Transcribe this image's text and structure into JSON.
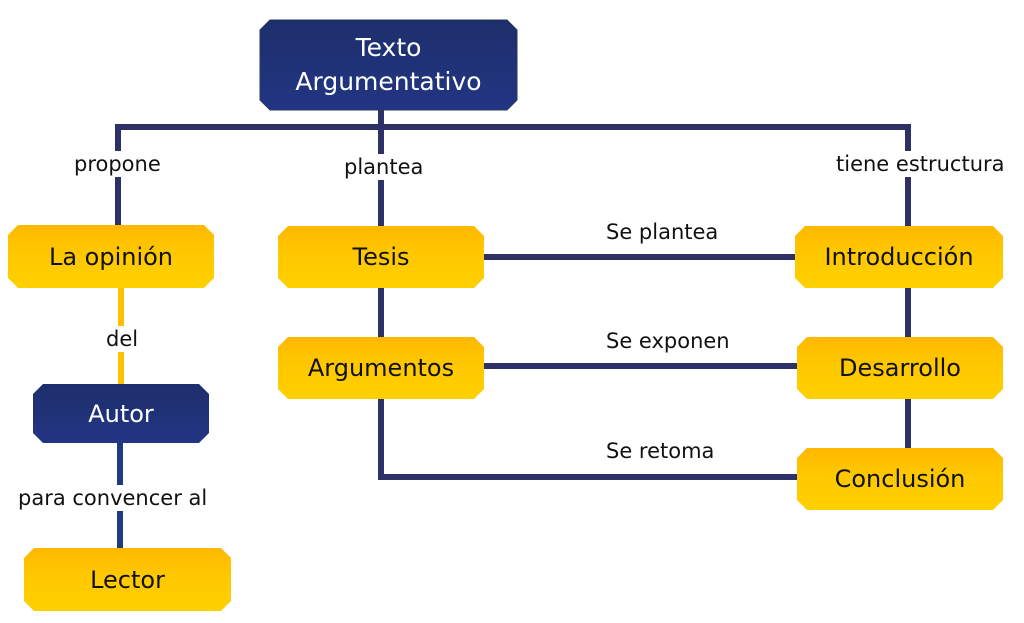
{
  "diagram": {
    "root": {
      "label_line1": "Texto",
      "label_line2": "Argumentativo",
      "color": "#233583"
    },
    "nodes": {
      "opinion": {
        "label": "La opinión",
        "color": "#ffc800"
      },
      "autor": {
        "label": "Autor",
        "color": "#233583"
      },
      "lector": {
        "label": "Lector",
        "color": "#ffc800"
      },
      "tesis": {
        "label": "Tesis",
        "color": "#ffc800"
      },
      "argumentos": {
        "label": "Argumentos",
        "color": "#ffc800"
      },
      "introduccion": {
        "label": "Introducción",
        "color": "#ffc800"
      },
      "desarrollo": {
        "label": "Desarrollo",
        "color": "#ffc800"
      },
      "conclusion": {
        "label": "Conclusión",
        "color": "#ffc800"
      }
    },
    "edges": {
      "propone": "propone",
      "plantea": "plantea",
      "tiene_estructura": "tiene estructura",
      "del": "del",
      "para_convencer": "para convencer al",
      "se_plantea": "Se plantea",
      "se_exponen": "Se exponen",
      "se_retoma": "Se retoma"
    },
    "colors": {
      "connector": "#2e3168",
      "connector_gold": "#ffc000",
      "connector_blue": "#1f3a80"
    }
  }
}
